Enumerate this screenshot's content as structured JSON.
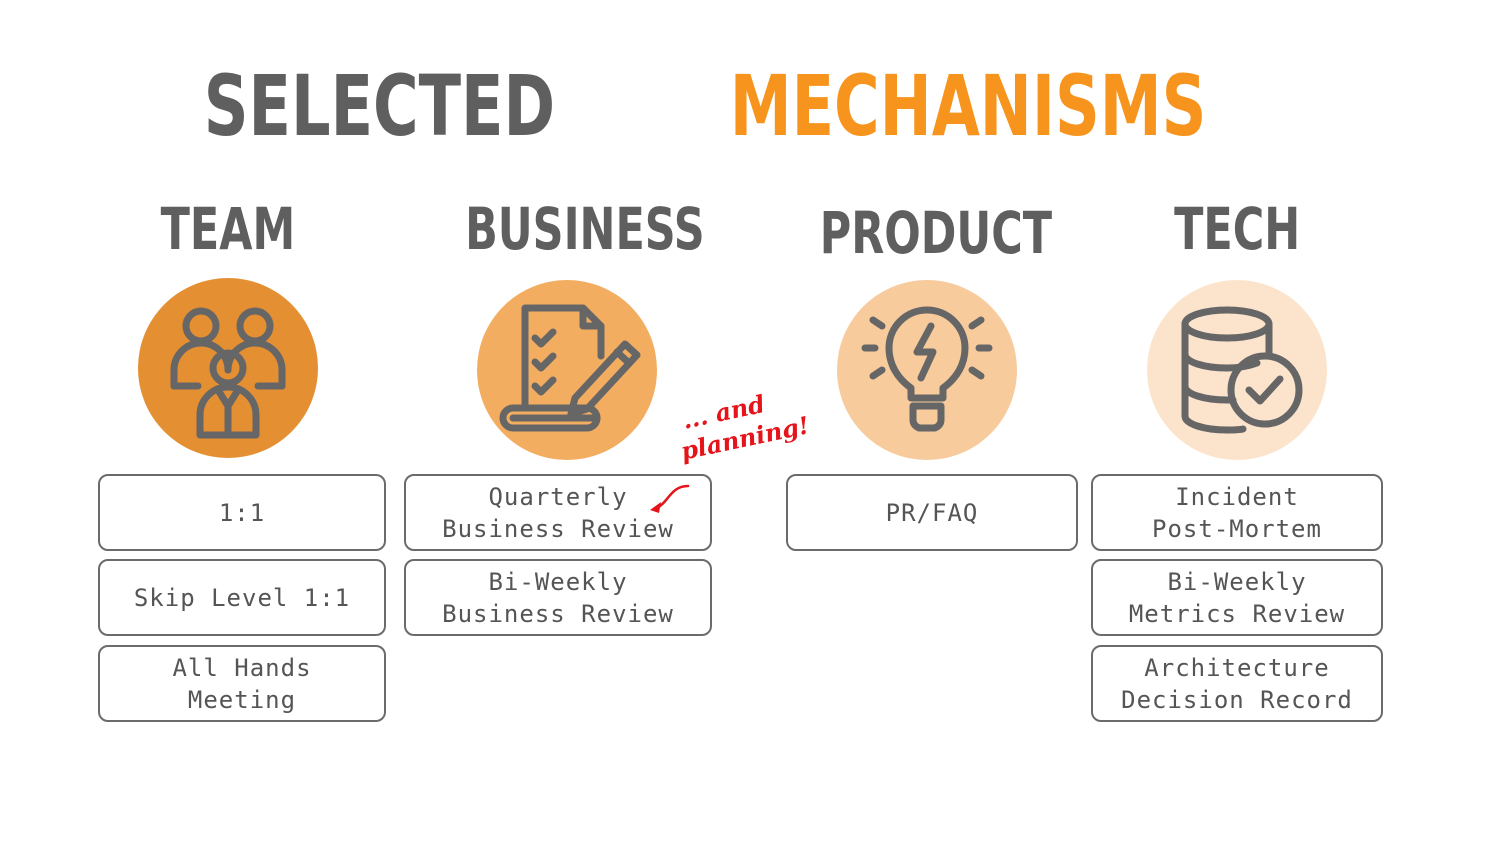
{
  "title": {
    "part1": "SELECTED",
    "part2": "MECHANISMS"
  },
  "columns": [
    {
      "heading": "TEAM",
      "icon": "team-people-icon",
      "circle_color": "#e58f33",
      "items": [
        "1:1",
        "Skip Level 1:1",
        "All Hands\nMeeting"
      ]
    },
    {
      "heading": "BUSINESS",
      "icon": "checklist-pencil-icon",
      "circle_color": "#f3ad61",
      "items": [
        "Quarterly\nBusiness Review",
        "Bi-Weekly\nBusiness Review"
      ]
    },
    {
      "heading": "PRODUCT",
      "icon": "lightbulb-icon",
      "circle_color": "#f8cb9d",
      "items": [
        "PR/FAQ"
      ]
    },
    {
      "heading": "TECH",
      "icon": "database-check-icon",
      "circle_color": "#fce4cc",
      "items": [
        "Incident\nPost-Mortem",
        "Bi-Weekly\nMetrics Review",
        "Architecture\nDecision Record"
      ]
    }
  ],
  "annotation": {
    "line1": "... and",
    "line2": "planning!",
    "color": "#e5131a"
  },
  "colors": {
    "title_grey": "#5f5f5f",
    "title_orange": "#f7941d",
    "icon_grey": "#666666"
  }
}
